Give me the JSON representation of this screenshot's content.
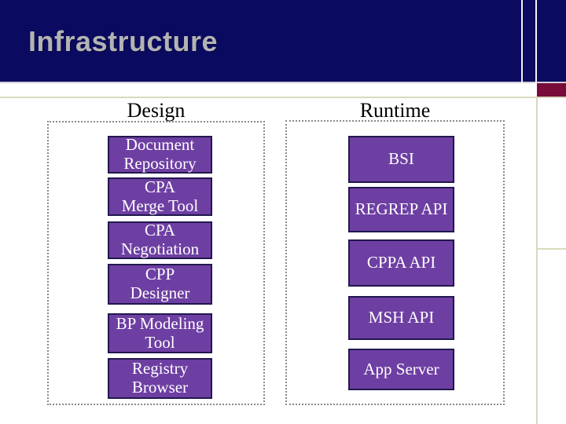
{
  "title": "Infrastructure",
  "columns": {
    "design": {
      "header": "Design",
      "boxes": [
        "Document\nRepository",
        "CPA\nMerge Tool",
        "CPA\nNegotiation",
        "CPP\nDesigner",
        "BP Modeling\nTool",
        "Registry\nBrowser"
      ]
    },
    "runtime": {
      "header": "Runtime",
      "boxes": [
        "BSI",
        "REGREP API",
        "CPPA API",
        "MSH API",
        "App Server"
      ]
    }
  },
  "colors": {
    "header_bg": "#0a0a60",
    "title_text": "#b3b3b3",
    "accent_maroon": "#780b3a",
    "guide_line": "#d9d9bc",
    "dotted_border": "#8a8a8a",
    "box_fill": "#6e3fa3",
    "box_border": "#22174e",
    "box_text": "#ffffff"
  }
}
